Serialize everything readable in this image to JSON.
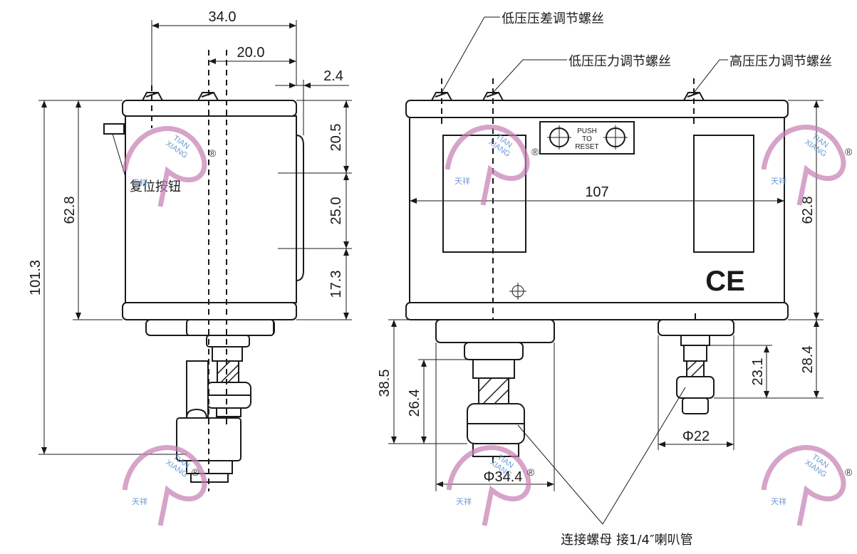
{
  "left_view": {
    "dims": {
      "width_top": "34.0",
      "offset": "20.0",
      "gap": "2.4",
      "seg1": "20.5",
      "seg2": "25.0",
      "seg3": "17.3",
      "body_height": "62.8",
      "total_height": "101.3"
    },
    "reset_label": "复位按钮"
  },
  "right_view": {
    "labels": {
      "diff_screw": "低压压差调节螺丝",
      "low_screw": "低压压力调节螺丝",
      "high_screw": "高压压力调节螺丝",
      "reset_button_line1": "PUSH",
      "reset_button_line2": "TO",
      "reset_button_line3": "RESET",
      "ce_mark": "CE",
      "nut_note": "连接螺母 接1/4″喇叭管"
    },
    "dims": {
      "width": "107",
      "height": "62.8",
      "low_total": "38.5",
      "low_mid": "26.4",
      "low_dia": "Φ34.4",
      "high_total": "28.4",
      "high_mid": "23.1",
      "high_dia": "Φ22"
    }
  },
  "watermark": {
    "text_line1": "TIAN",
    "text_line2": "XIANG",
    "cn": "天祥",
    "registered": "®"
  },
  "colors": {
    "line": "#1a1a1a",
    "watermark_pink": "#c77fb4",
    "watermark_blue": "#5a8ed0"
  }
}
